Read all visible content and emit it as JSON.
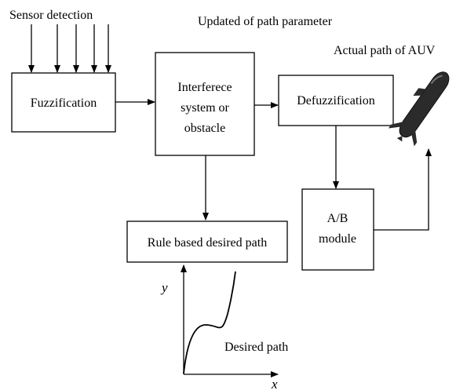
{
  "labels": {
    "sensor_detection": "Sensor detection",
    "updated_path_parameter": "Updated of path parameter",
    "actual_path": "Actual path of AUV",
    "desired_path": "Desired path",
    "axis_x": "x",
    "axis_y": "y"
  },
  "boxes": {
    "fuzzification": [
      "Fuzzification"
    ],
    "inference": [
      "Interferece",
      "system or",
      "obstacle"
    ],
    "defuzzification": [
      "Defuzzification"
    ],
    "ab_module": [
      "A/B",
      "module"
    ],
    "rule_based": [
      "Rule based desired path"
    ]
  },
  "icons": {
    "auv": "auv-icon"
  },
  "colors": {
    "stroke": "#000000",
    "background": "#ffffff",
    "auv_body": "#2b2b2b"
  }
}
